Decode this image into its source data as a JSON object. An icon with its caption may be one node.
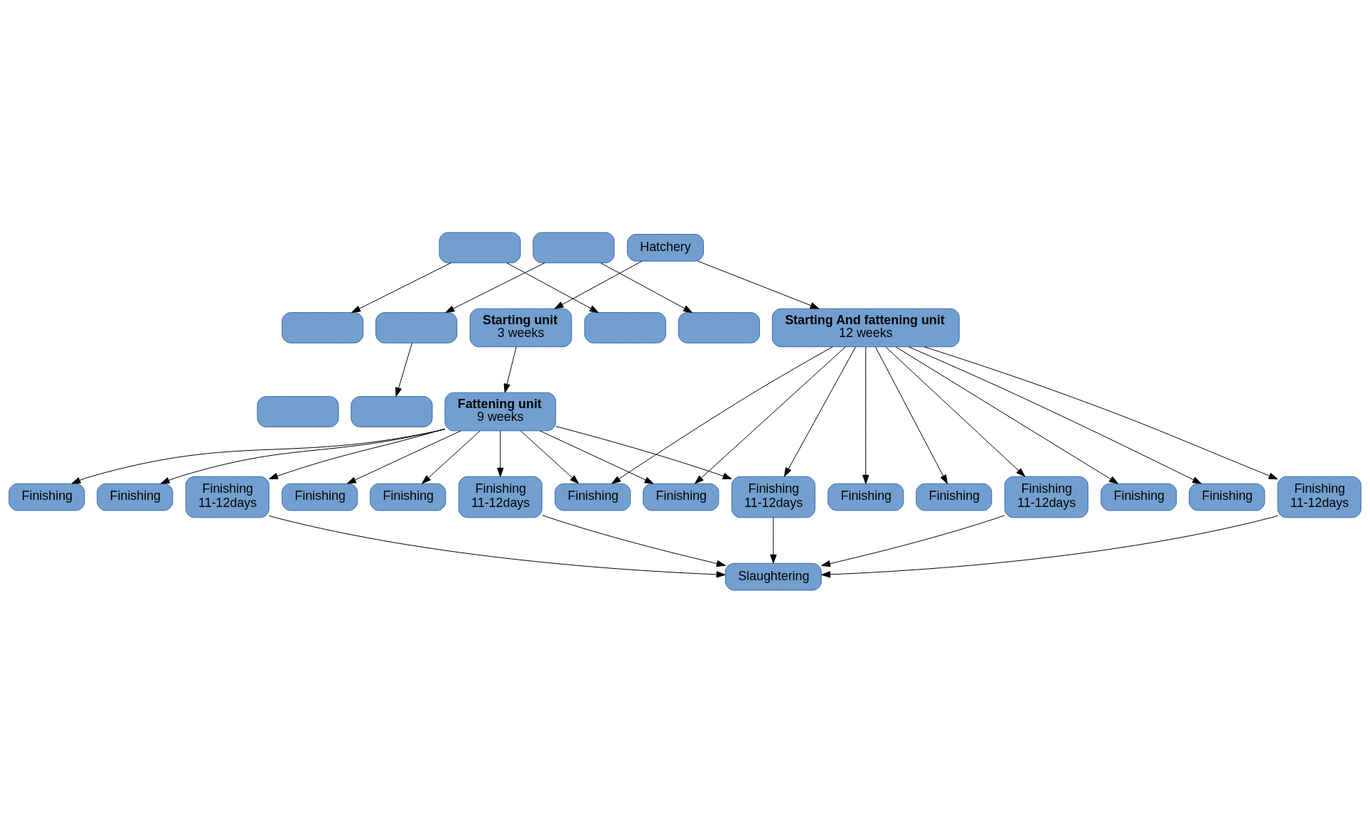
{
  "diagram": {
    "nodes": [
      {
        "text": [],
        "shape": "box"
      },
      {
        "text": [],
        "shape": "box"
      },
      {
        "text": [
          "Hatchery"
        ]
      },
      {
        "text": [],
        "shape": "box"
      },
      {
        "text": [],
        "shape": "box"
      },
      {
        "text": [
          "Starting unit",
          "3 weeks"
        ]
      },
      {
        "text": [],
        "shape": "box"
      },
      {
        "text": [],
        "shape": "box"
      },
      {
        "text": [
          "Fattening unit",
          "9 weeks"
        ]
      },
      {
        "text": [],
        "shape": "box"
      },
      {
        "text": [],
        "shape": "box"
      },
      {
        "text": [
          "Starting And fattening unit",
          "12 weeks"
        ]
      },
      {
        "text": [
          "Finishing"
        ]
      },
      {
        "text": [
          "Finishing"
        ]
      },
      {
        "text": [
          "Finishing",
          "11-12days"
        ]
      },
      {
        "text": [
          "Finishing"
        ]
      },
      {
        "text": [
          "Finishing"
        ]
      },
      {
        "text": [
          "Finishing",
          "11-12days"
        ]
      },
      {
        "text": [
          "Finishing"
        ]
      },
      {
        "text": [
          "Finishing"
        ]
      },
      {
        "text": [
          "Finishing",
          "11-12days"
        ]
      },
      {
        "text": [
          "Finishing"
        ]
      },
      {
        "text": [
          "Finishing"
        ]
      },
      {
        "text": [
          "Finishing",
          "11-12days"
        ]
      },
      {
        "text": [
          "Finishing"
        ]
      },
      {
        "text": [
          "Finishing"
        ]
      },
      {
        "text": [
          "Finishing",
          "11-12days"
        ]
      },
      {
        "text": [
          "Slaughtering"
        ]
      }
    ],
    "edges": [
      {
        "from": 0,
        "to": 3,
        "arrow": "to"
      },
      {
        "from": 1,
        "to": 4,
        "arrow": "to"
      },
      {
        "from": 2,
        "to": 5,
        "arrow": "to"
      },
      {
        "from": 0,
        "to": 9,
        "arrow": "to"
      },
      {
        "from": 1,
        "to": 10,
        "arrow": "to"
      },
      {
        "from": 2,
        "to": 11,
        "arrow": "to"
      },
      {
        "from": 4,
        "to": 7,
        "arrow": "to"
      },
      {
        "from": 5,
        "to": 8,
        "arrow": "to"
      },
      {
        "from": 8,
        "to": 12,
        "arrow": "to"
      },
      {
        "from": 8,
        "to": 13,
        "arrow": "to"
      },
      {
        "from": 8,
        "to": 14,
        "arrow": "to"
      },
      {
        "from": 8,
        "to": 15,
        "arrow": "to"
      },
      {
        "from": 8,
        "to": 16,
        "arrow": "to"
      },
      {
        "from": 8,
        "to": 17,
        "arrow": "to"
      },
      {
        "from": 8,
        "to": 18,
        "arrow": "to"
      },
      {
        "from": 8,
        "to": 19,
        "arrow": "to"
      },
      {
        "from": 8,
        "to": 20,
        "arrow": "to"
      },
      {
        "from": 11,
        "to": 18,
        "arrow": "to"
      },
      {
        "from": 11,
        "to": 19,
        "arrow": "to"
      },
      {
        "from": 11,
        "to": 20,
        "arrow": "to"
      },
      {
        "from": 11,
        "to": 21,
        "arrow": "to"
      },
      {
        "from": 11,
        "to": 22,
        "arrow": "to"
      },
      {
        "from": 11,
        "to": 23,
        "arrow": "to"
      },
      {
        "from": 11,
        "to": 24,
        "arrow": "to"
      },
      {
        "from": 11,
        "to": 25,
        "arrow": "to"
      },
      {
        "from": 11,
        "to": 26,
        "arrow": "to"
      },
      {
        "from": 14,
        "to": 27,
        "arrow": "to"
      },
      {
        "from": 17,
        "to": 27,
        "arrow": "to"
      },
      {
        "from": 20,
        "to": 27,
        "arrow": "to"
      },
      {
        "from": 23,
        "to": 27,
        "arrow": "to"
      },
      {
        "from": 26,
        "to": 27,
        "arrow": "to"
      }
    ]
  }
}
